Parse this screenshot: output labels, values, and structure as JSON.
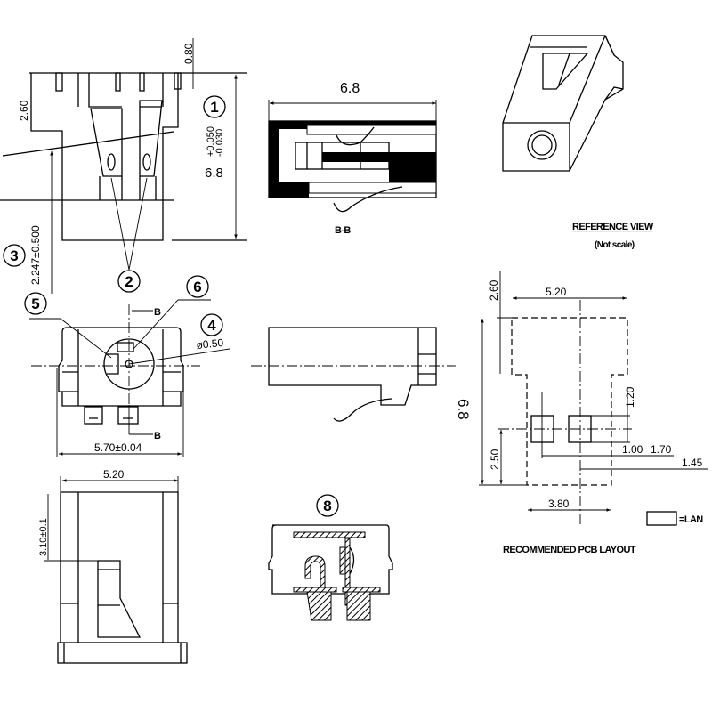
{
  "top_view": {
    "dim_080": "0.80",
    "dim_260": "2.60",
    "tol_plus": "+0.050",
    "tol_minus": "-0.030",
    "dim_68": "6.8",
    "dim_2247": "2.247±0.500"
  },
  "callouts": {
    "c1": "1",
    "c2": "2",
    "c3": "3",
    "c4": "4",
    "c5": "5",
    "c6": "6",
    "c8": "8"
  },
  "front_view": {
    "section_mark_top": "B",
    "section_mark_bottom": "B",
    "diameter": "ø0.50",
    "width_dim": "5.70±0.04"
  },
  "section_view": {
    "width_dim": "6.8",
    "label": "B-B"
  },
  "reference": {
    "title": "REFERENCE VIEW",
    "subtitle": "(Not scale)"
  },
  "pcb": {
    "dim_260": "2.60",
    "dim_520": "5.20",
    "dim_68": "6.8",
    "dim_120": "1.20",
    "dim_250": "2.50",
    "dim_100": "1.00",
    "dim_170": "1.70",
    "dim_145": "1.45",
    "dim_380": "3.80",
    "legend": "=LAN",
    "title": "RECOMMENDED PCB LAYOUT"
  },
  "bottom_view": {
    "dim_520": "5.20",
    "dim_310": "3.10±0.1"
  }
}
